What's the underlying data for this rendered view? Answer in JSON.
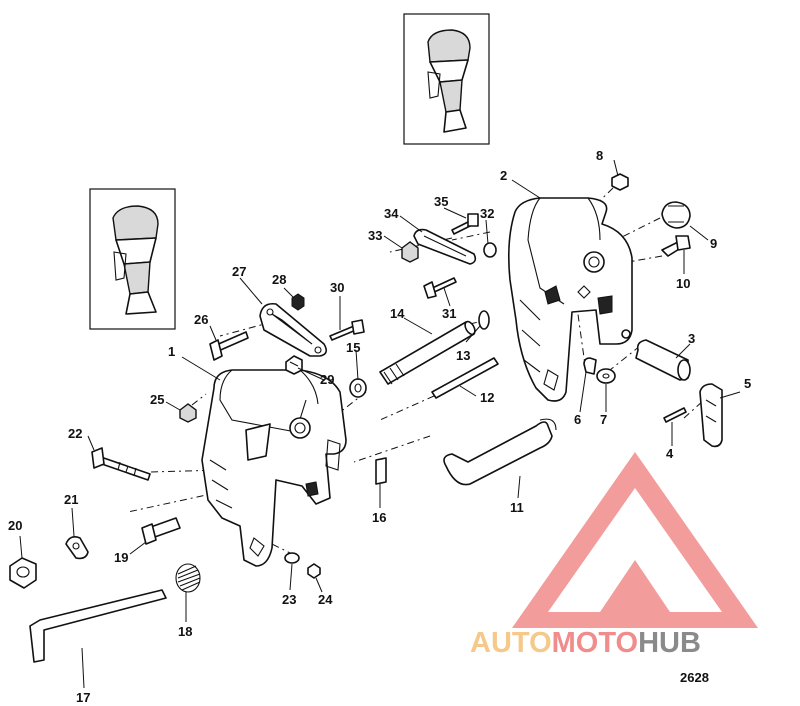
{
  "diagram": {
    "figure_number": "2628",
    "callouts": [
      "1",
      "2",
      "3",
      "4",
      "5",
      "6",
      "7",
      "8",
      "9",
      "10",
      "11",
      "12",
      "13",
      "14",
      "15",
      "16",
      "17",
      "18",
      "19",
      "20",
      "21",
      "22",
      "23",
      "24",
      "25",
      "26",
      "27",
      "28",
      "29",
      "30",
      "31",
      "32",
      "33",
      "34",
      "35"
    ]
  },
  "watermark": {
    "part1": "AUTO",
    "part2": "MOTO",
    "part3": "HUB",
    "colors": {
      "auto": "#f6c98a",
      "moto": "#f08c8c",
      "hub": "#8a8a8a",
      "logo": "#f28b8b"
    }
  },
  "icons": [
    "outboard-motor-icon",
    "outboard-motor-icon"
  ]
}
